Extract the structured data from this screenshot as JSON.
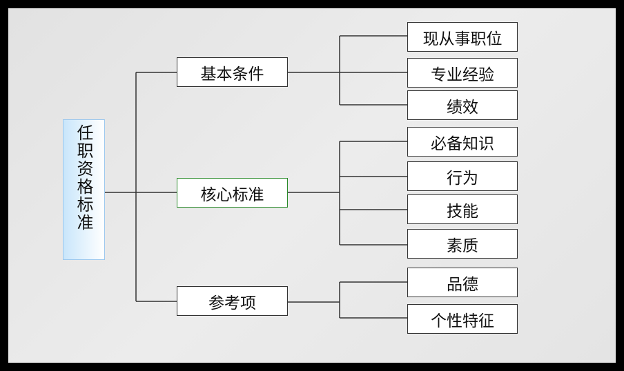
{
  "root": {
    "label": "任职资格标准"
  },
  "branches": [
    {
      "label": "基本条件",
      "children": [
        "现从事职位",
        "专业经验",
        "绩效"
      ]
    },
    {
      "label": "核心标准",
      "children": [
        "必备知识",
        "行为",
        "技能",
        "素质"
      ]
    },
    {
      "label": "参考项",
      "children": [
        "品德",
        "个性特征"
      ]
    }
  ],
  "colors": {
    "highlight_border": "#2a8a2a",
    "root_fill": "#c9e6fb"
  }
}
